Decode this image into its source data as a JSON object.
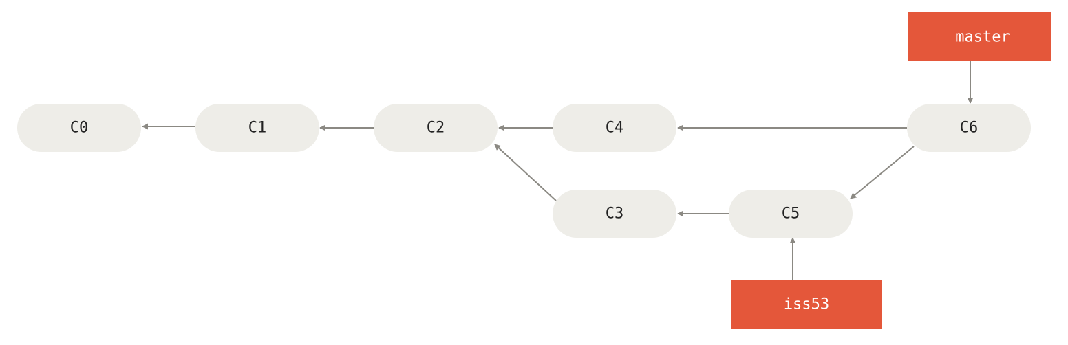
{
  "colors": {
    "commit_fill": "#EEEDE8",
    "branch_fill": "#E4573A",
    "arrow": "#8B8983",
    "commit_text": "#222222",
    "branch_text": "#FFFFFF"
  },
  "commits": [
    {
      "id": "C0",
      "label": "C0"
    },
    {
      "id": "C1",
      "label": "C1"
    },
    {
      "id": "C2",
      "label": "C2"
    },
    {
      "id": "C4",
      "label": "C4"
    },
    {
      "id": "C6",
      "label": "C6"
    },
    {
      "id": "C3",
      "label": "C3"
    },
    {
      "id": "C5",
      "label": "C5"
    }
  ],
  "branches": [
    {
      "id": "master",
      "label": "master",
      "points_to": "C6"
    },
    {
      "id": "iss53",
      "label": "iss53",
      "points_to": "C5"
    }
  ],
  "parent_links": [
    {
      "from": "C1",
      "to": "C0"
    },
    {
      "from": "C2",
      "to": "C1"
    },
    {
      "from": "C4",
      "to": "C2"
    },
    {
      "from": "C6",
      "to": "C4"
    },
    {
      "from": "C6",
      "to": "C5"
    },
    {
      "from": "C5",
      "to": "C3"
    },
    {
      "from": "C3",
      "to": "C2"
    }
  ]
}
